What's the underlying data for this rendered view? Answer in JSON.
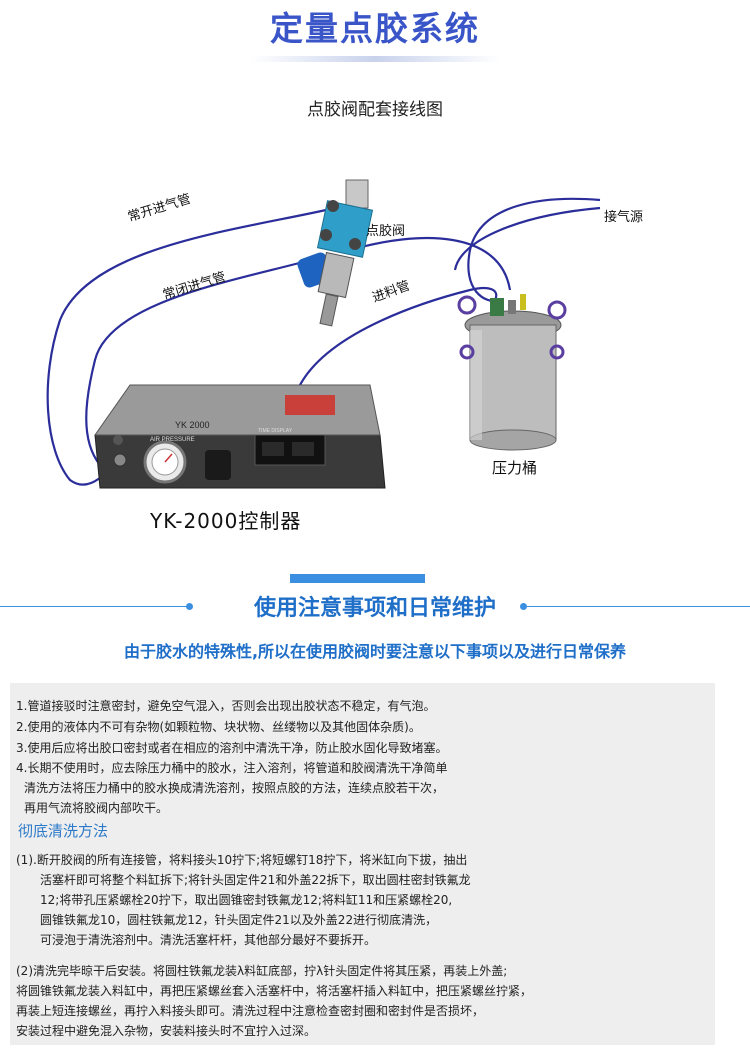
{
  "header": {
    "title": "定量点胶系统"
  },
  "diagram": {
    "subtitle": "点胶阀配套接线图",
    "labels": {
      "normally_open": "常开进气管",
      "valve": "点胶阀",
      "air_source": "接气源",
      "normally_closed": "常闭进气管",
      "feed_pipe": "进料管",
      "pressure_tank": "压力桶",
      "controller": "YK-2000控制器"
    },
    "device_text": {
      "model": "YK 2000",
      "air_pressure": "AIR PRESSURE",
      "time_display": "TIME DISPLAY"
    }
  },
  "section": {
    "title": "使用注意事项和日常维护",
    "intro": "由于胶水的特殊性,所以在使用胶阀时要注意以下事项以及进行日常保养"
  },
  "notes": [
    "1.管道接驳时注意密封，避免空气混入，否则会出现出胶状态不稳定，有气泡。",
    "2.使用的液体内不可有杂物(如颗粒物、块状物、丝缕物以及其他固体杂质)。",
    "3.使用后应将出胶口密封或者在相应的溶剂中清洗干净，防止胶水固化导致堵塞。",
    "4.长期不使用时，应去除压力桶中的胶水，注入溶剂，将管道和胶阀清洗干净简单",
    "清洗方法将压力桶中的胶水换成清洗溶剂，按照点胶的方法，连续点胶若干次，",
    "再用气流将胶阀内部吹干。"
  ],
  "method": {
    "title": "彻底清洗方法",
    "step1": [
      "(1).断开胶阀的所有连接管，将料接头10拧下;将短螺钉18拧下，将米缸向下拔，抽出",
      "活塞杆即可将整个料缸拆下;将针头固定件21和外盖22拆下，取出圆柱密封铁氟龙",
      "12;将带孔压紧螺栓20拧下，取出圆锥密封铁氟龙12;将料缸11和压紧螺栓20,",
      "圆锥铁氟龙10，圆柱铁氟龙12，针头固定件21以及外盖22进行彻底清洗，",
      "可浸泡于清洗溶剂中。清洗活塞杆杆，其他部分最好不要拆开。"
    ],
    "step2": [
      "(2)清洗完毕晾干后安装。将圆柱铁氟龙装λ料缸底部，拧λ针头固定件将其压紧，再装上外盖;",
      "将圆锥铁氟龙装入料缸中，再把压紧螺丝套入活塞杆中，将活塞杆插入料缸中，把压紧螺丝拧紧，",
      "再装上短连接螺丝，再拧入料接头即可。清洗过程中注意检查密封圈和密封件是否损坏，",
      "安装过程中避免混入杂物，安装料接头时不宜拧入过深。"
    ]
  },
  "colors": {
    "title_blue": "#3a55c8",
    "accent_blue": "#1f6fc9",
    "wire_blue": "#2b2e9a",
    "panel_gray": "#eeeeee"
  }
}
